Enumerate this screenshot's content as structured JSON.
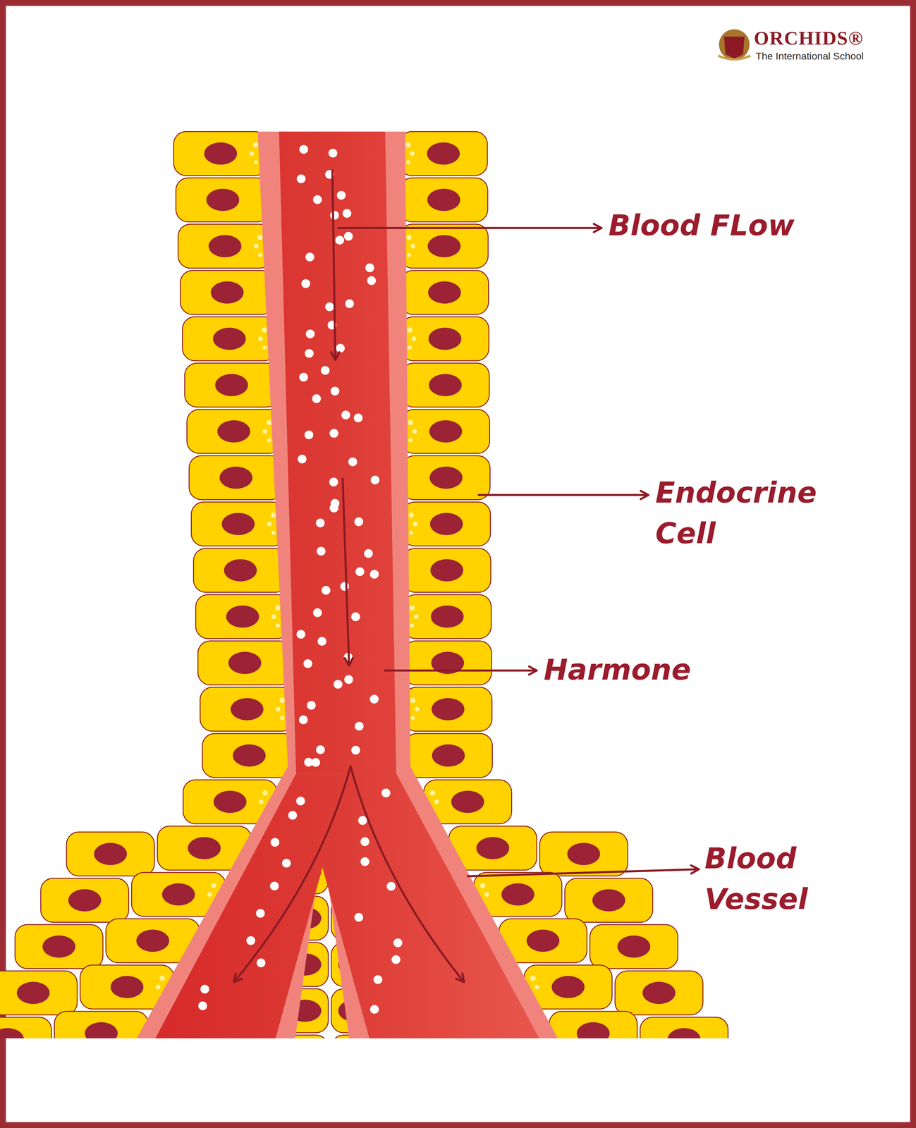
{
  "diagram": {
    "labels": [
      "ORCHIDS®",
      "The International School",
      "Blood FLow",
      "Endocrine Cell",
      "Harmone",
      "Blood Vessel"
    ]
  }
}
